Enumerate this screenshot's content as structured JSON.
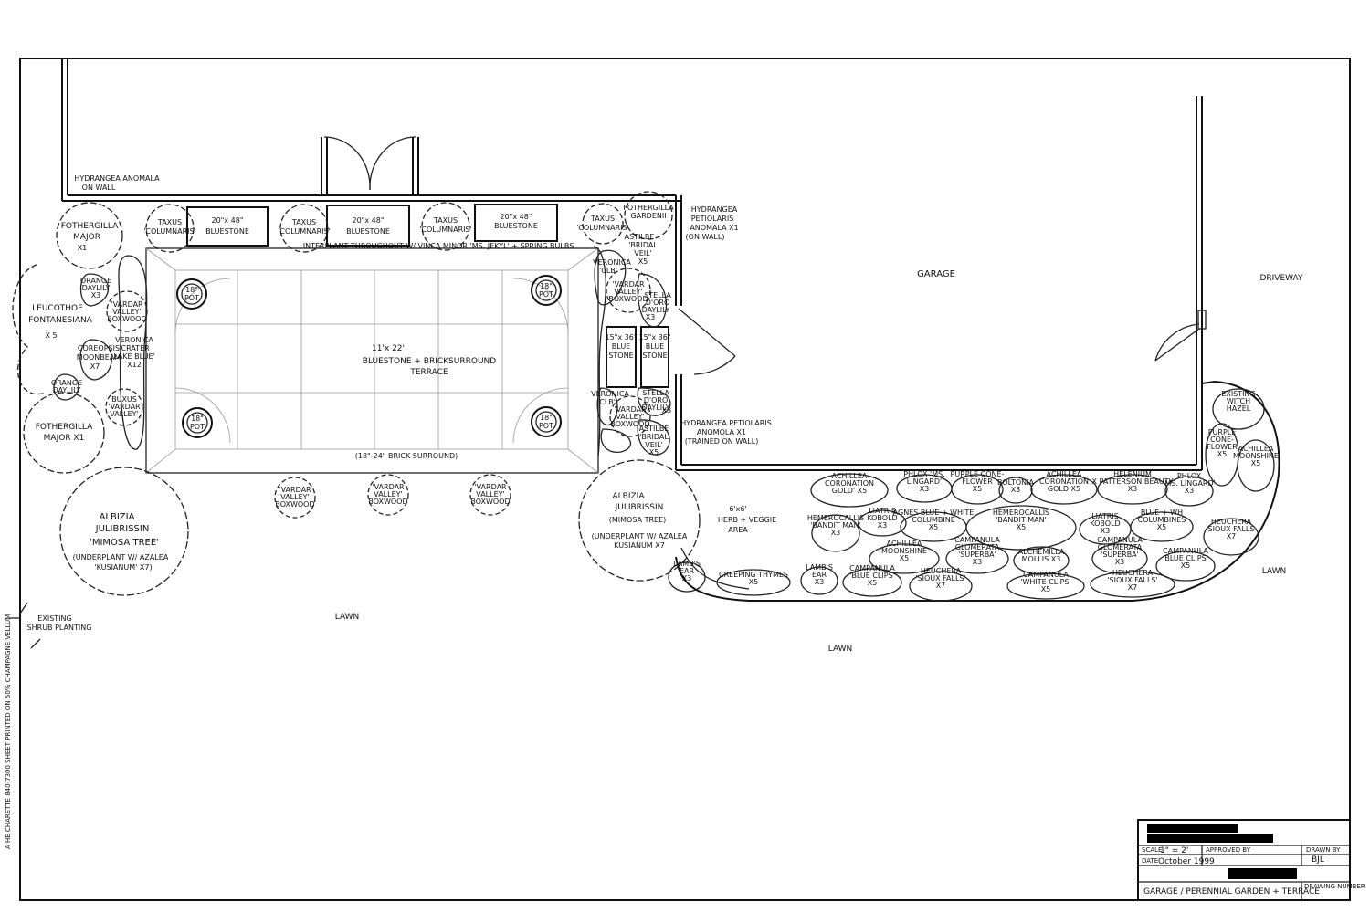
{
  "side_note": "A HE CHARETTE 840-7300 SHEET PRINTED ON 50% CHAMPAGNE VELLUM",
  "areas": {
    "garage": "GARAGE",
    "driveway": "DRIVEWAY",
    "lawn": "LAWN",
    "terrace": [
      "11'x 22'",
      "BLUESTONE + BRICKSURROUND",
      "TERRACE"
    ],
    "brick_note": "(18\"-24\" BRICK SURROUND)",
    "herb_area": [
      "6'x6'",
      "HERB + VEGGIE",
      "AREA"
    ]
  },
  "top_notes": {
    "hydrangea_wall": [
      "HYDRANGEA ANOMALA",
      "ON WALL"
    ],
    "interplant": "INTERPLANT THROUGHOUT W/ VINCA MINOR 'MS. JEKYL' + SPRING BULBS",
    "hydrangea_right_top": [
      "HYDRANGEA",
      "PETIOLARIS",
      "ANOMALA X1",
      "(ON WALL)"
    ],
    "hydrangea_right_mid": [
      "HYDRANGEA PETIOLARIS",
      "ANOMOLA X1",
      "(TRAINED ON WALL)"
    ],
    "existing_shrub": [
      "EXISTING",
      "SHRUB PLANTING"
    ]
  },
  "bluestones": [
    [
      "20\"x 48\"",
      "BLUESTONE"
    ],
    [
      "20\"x 48\"",
      "BLUESTONE"
    ],
    [
      "20\"x 48\"",
      "BLUESTONE"
    ]
  ],
  "small_bluestones": [
    [
      "15\"x 36\"",
      "BLUE",
      "STONE"
    ],
    [
      "15\"x 36\"",
      "BLUE",
      "STONE"
    ]
  ],
  "taxus": [
    [
      "TAXUS",
      "'COLUMNARIS'"
    ],
    [
      "TAXUS",
      "'COLUMNARIS'"
    ],
    [
      "TAXUS",
      "'COLUMNARIS'"
    ],
    [
      "TAXUS",
      "'COLUMNARIS'"
    ]
  ],
  "pots": [
    [
      "18\"",
      "POT"
    ],
    [
      "18\"",
      "POT"
    ],
    [
      "18\"",
      "POT"
    ],
    [
      "18\"",
      "POT"
    ]
  ],
  "left_plants": {
    "fothergilla_top": [
      "FOTHERGILLA",
      "MAJOR",
      "X1"
    ],
    "leucothoe": [
      "LEUCOTHOE",
      "FONTANESIANA",
      "X 5"
    ],
    "fothergilla_bottom": [
      "FOTHERGILLA",
      "MAJOR X1"
    ],
    "orange_daylily": [
      "ORANGE",
      "DAYLILY",
      "X3"
    ],
    "orange_daylily_2": [
      "ORANGE",
      "DAYLILY"
    ],
    "buxus_top": [
      "'VARDAR",
      "VALLEY'",
      "BOXWOOD"
    ],
    "coreopsis": [
      "COREOPSIS",
      "MOONBEAM",
      "X7"
    ],
    "veronica_left": [
      "VERONICA",
      "'CRATER",
      "LAKE BLUE'",
      "X12"
    ],
    "buxus_bottom": [
      "BUXUS",
      "'VARDAR",
      "VALLEY'"
    ]
  },
  "albizia_left": [
    "ALBIZIA",
    "JULIBRISSIN",
    "'MIMOSA TREE'",
    "(UNDERPLANT W/ AZALEA",
    "'KUSIANUM' X7)"
  ],
  "albizia_right": [
    "ALBIZIA",
    "JULIBRISSIN",
    "(MIMOSA TREE)",
    "(UNDERPLANT W/ AZALEA",
    "KUSIANUM X7"
  ],
  "front_boxwoods": [
    [
      "'VARDAR",
      "VALLEY'",
      "BOXWOOD"
    ],
    [
      "'VARDAR",
      "VALLEY'",
      "BOXWOOD"
    ],
    [
      "'VARDAR",
      "VALLEY'",
      "BOXWOOD"
    ]
  ],
  "right_strip": {
    "fothergilla": [
      "FOTHERGILLA",
      "GARDENII"
    ],
    "astilbe_top": [
      "ASTILBE",
      "'BRIDAL",
      "VEIL'",
      "X5"
    ],
    "veronica_top": [
      "VERONICA",
      "'CLB'"
    ],
    "vardar_top": [
      "'VARDAR",
      "VALLEY'",
      "BOXWOOD"
    ],
    "stella_top": [
      "STELLA",
      "D'ORO",
      "DAYLILY",
      "X3"
    ],
    "veronica_bottom": [
      "VERONICA",
      "'CLB'"
    ],
    "vardar_bottom": [
      "'VARDAR",
      "VALLEY'",
      "BOXWOOD"
    ],
    "stella_bottom": [
      "STELLA",
      "D'ORO",
      "DAYLILY",
      "X3"
    ],
    "astilbe_bottom": [
      "ASTILBE",
      "'BRIDAL",
      "VEIL'",
      "X5"
    ]
  },
  "perennial_beds": [
    [
      "ACHILLEA",
      "CORONATION",
      "GOLD' X5"
    ],
    [
      "PHLOX 'MS.",
      "LINGARD'",
      "X3"
    ],
    [
      "PURPLE CONE-",
      "FLOWER",
      "X5"
    ],
    [
      "BOLTONIA",
      "X3"
    ],
    [
      "ACHILLEA",
      "CORONATION",
      "GOLD X5"
    ],
    [
      "HELENIUM",
      "X PATTERSON BEAUTY",
      "X3"
    ],
    [
      "PHLOX",
      "'MS. LINGARD'",
      "X3"
    ],
    [
      "LIATRIS",
      "KOBOLD",
      "X3"
    ],
    [
      "AGNES BLUE + WHITE",
      "COLUMBINE",
      "X5"
    ],
    [
      "HEMEROCALLIS",
      "'BANDIT MAN'",
      "X5"
    ],
    [
      "LIATRIS",
      "KOBOLD",
      "X3"
    ],
    [
      "BLUE + WH",
      "COLUMBINES",
      "X5"
    ],
    [
      "HEUCHERA",
      "SIOUX FALLS",
      "X7"
    ],
    [
      "HEMEROCALLIS",
      "'BANDIT MAN'",
      "X3"
    ],
    [
      "ACHILLEA",
      "'MOONSHINE'",
      "X5"
    ],
    [
      "CAMPANULA",
      "GLOMERATA",
      "'SUPERBA'",
      "X3"
    ],
    [
      "ALCHEMILLA",
      "MOLLIS X3"
    ],
    [
      "CAMPANULA",
      "GLOMERATA",
      "'SUPERBA'",
      "X3"
    ],
    [
      "CAMPANULA",
      "'BLUE CLIPS'",
      "X5"
    ],
    [
      "LAMB'S",
      "EAR",
      "X3"
    ],
    [
      "CREEPING THYMES",
      "X5"
    ],
    [
      "LAMB'S",
      "EAR",
      "X3"
    ],
    [
      "CAMPANULA",
      "'BLUE CLIPS'",
      "X5"
    ],
    [
      "HEUCHERA",
      "'SIOUX FALLS'",
      "X7"
    ],
    [
      "CAMPANULA",
      "'WHITE CLIPS'",
      "X5"
    ],
    [
      "HEUCHERA",
      "'SIOUX FALLS'",
      "X7"
    ],
    [
      "EXISTING",
      "WITCH",
      "HAZEL"
    ],
    [
      "PURPLE",
      "CONE-",
      "FLOWER",
      "X5"
    ],
    [
      "ACHILLEA",
      "MOONSHINE",
      "X5"
    ]
  ],
  "title_block": {
    "scale_label": "SCALE",
    "scale": "1\" = 2'",
    "approved_label": "APPROVED BY",
    "drawn_label": "DRAWN BY",
    "drawn": "BJL",
    "date_label": "DATE",
    "date": "October 1999",
    "drawing_title": "GARAGE / PERENNIAL GARDEN + TERRACE",
    "number_label": "DRAWING NUMBER"
  }
}
